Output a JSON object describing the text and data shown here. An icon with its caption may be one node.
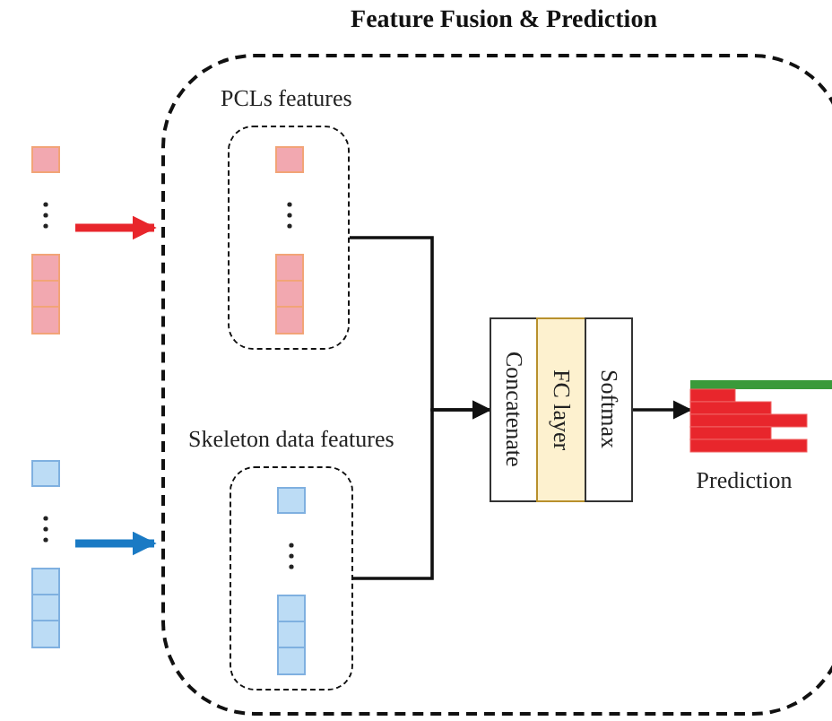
{
  "diagram": {
    "nodes": [
      {
        "text": [
          "Feature Fusion & Prediction"
        ]
      },
      {
        "text": [
          "PCLs features"
        ],
        "in": 0
      },
      {
        "text": [
          "Skeleton data features"
        ],
        "in": 0
      },
      {
        "text": [],
        "shape": "box"
      },
      {
        "text": [],
        "shape": "box"
      },
      {
        "text": [
          "Concatenate"
        ],
        "in": 0
      },
      {
        "text": [
          "FC layer"
        ],
        "in": 0
      },
      {
        "text": [
          "Softmax"
        ],
        "in": 0
      },
      {
        "text": [],
        "shape": "bar",
        "in": 0,
        "beside": [
          "Prediction"
        ]
      }
    ],
    "edges": [
      {
        "from": 3,
        "to": 0,
        "arrow": "to",
        "style": "thick",
        "color": "#e8262c"
      },
      {
        "from": 4,
        "to": 0,
        "arrow": "to",
        "style": "thick",
        "color": "#1a7ac4"
      },
      {
        "from": 1,
        "to": 5,
        "arrow": "to"
      },
      {
        "from": 2,
        "to": 5,
        "arrow": "to"
      },
      {
        "from": 7,
        "to": 8,
        "arrow": "to"
      }
    ]
  }
}
